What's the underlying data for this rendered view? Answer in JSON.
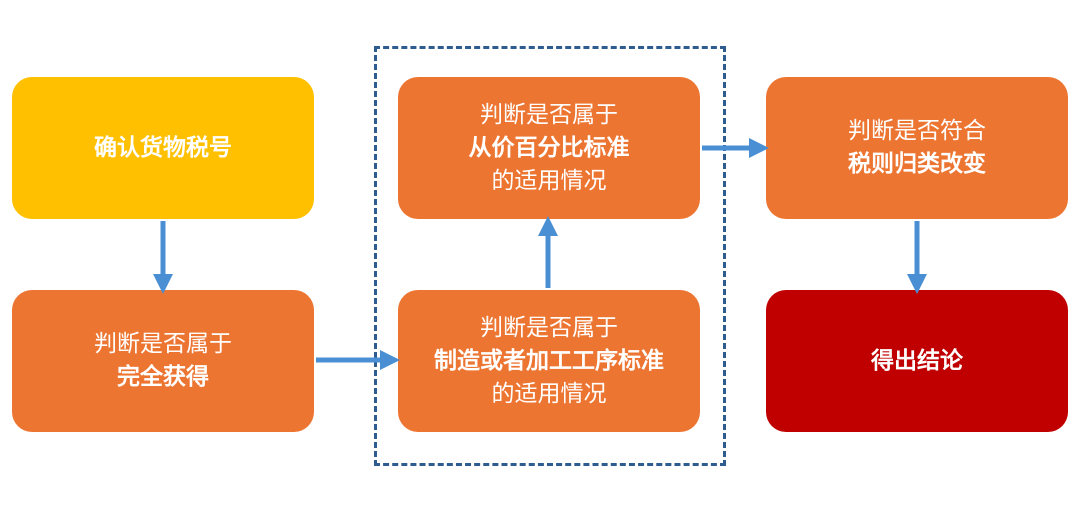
{
  "colors": {
    "yellow": "#ffc000",
    "orange": "#ed7532",
    "red": "#c00000",
    "arrow": "#4a8fd4",
    "frame": "#2e5c8f"
  },
  "boxes": {
    "confirm": {
      "lines": [
        {
          "text": "确认货物税号",
          "bold": true
        }
      ]
    },
    "whole": {
      "lines": [
        {
          "text": "判断是否属于",
          "bold": false
        },
        {
          "text": "完全获得",
          "bold": true
        }
      ]
    },
    "process": {
      "lines": [
        {
          "text": "判断是否属于",
          "bold": false
        },
        {
          "text": "制造或者加工工序标准",
          "bold": true
        },
        {
          "text": "的适用情况",
          "bold": false
        }
      ]
    },
    "percent": {
      "lines": [
        {
          "text": "判断是否属于",
          "bold": false
        },
        {
          "text": "从价百分比标准",
          "bold": true
        },
        {
          "text": "的适用情况",
          "bold": false
        }
      ]
    },
    "tariff": {
      "lines": [
        {
          "text": "判断是否符合",
          "bold": false
        },
        {
          "text": "税则归类改变",
          "bold": true
        }
      ]
    },
    "result": {
      "lines": [
        {
          "text": "得出结论",
          "bold": true
        }
      ]
    }
  }
}
